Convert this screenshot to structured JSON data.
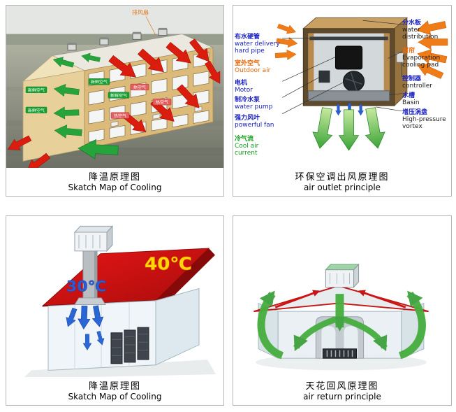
{
  "colors": {
    "hot_air_arrow": "#da1d0e",
    "cool_air_arrow": "#27a33b",
    "cold_airflow_blue": "#2a66d4",
    "outdoor_air_orange": "#ef7c16",
    "label_blue": "#1b22c2",
    "label_orange": "#e8670a",
    "label_green": "#14a01e",
    "roof_red": "#d51313",
    "caption_color": "#000000"
  },
  "panels": {
    "p1": {
      "caption_cn": "降温原理图",
      "caption_en": "Skatch Map of Cooling",
      "fan_label": "排风扇",
      "green_tags": [
        "新鲜空气",
        "新鲜空气",
        "新鲜空气",
        "新鲜空气"
      ],
      "red_tags": [
        "热空气",
        "热空气",
        "热空气"
      ]
    },
    "p2": {
      "caption_cn": "环保空调出风原理图",
      "caption_en": "air outlet principle",
      "labels": {
        "water_pipe_cn": "布水硬管",
        "water_pipe_en": "water delivery hard pipe",
        "outdoor_cn": "室外空气",
        "outdoor_en": "Outdoor air",
        "motor_cn": "电机",
        "motor_en": "Motor",
        "pump_cn": "制冷水泵",
        "pump_en": "water pump",
        "fan_cn": "强力风叶",
        "fan_en": "powerful fan",
        "cool_cn": "冷气流",
        "cool_en": "Cool air current",
        "dist_cn": "分水板",
        "dist_en": "water distribution",
        "pad_cn": "湿帘",
        "pad_en": "Evaporation cooling pad",
        "ctrl_cn": "控制器",
        "ctrl_en": "controller",
        "basin_cn": "水槽",
        "basin_en": "Basin",
        "vortex_cn": "增压涡盘",
        "vortex_en": "High-pressure vortex"
      }
    },
    "p3": {
      "caption_cn": "降温原理图",
      "caption_en": "Skatch Map of Cooling",
      "outdoor_temp": "40℃",
      "indoor_temp": "30℃"
    },
    "p4": {
      "caption_cn": "天花回风原理图",
      "caption_en": "air return principle"
    }
  }
}
